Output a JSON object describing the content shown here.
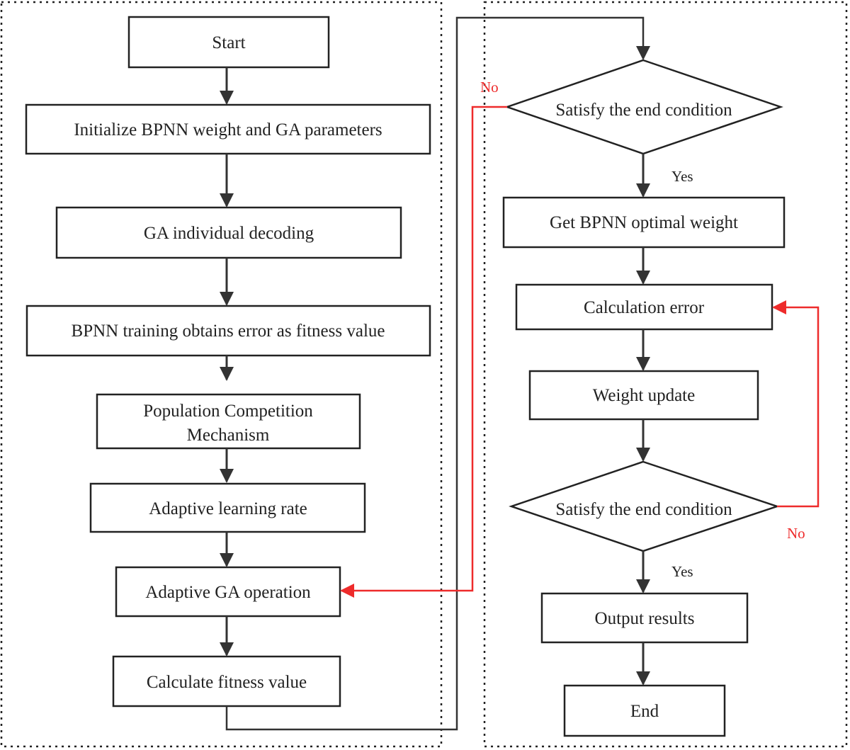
{
  "colors": {
    "line": "#333333",
    "loop": "#ee2b2b",
    "text": "#222222"
  },
  "left_panel": {
    "nodes": [
      {
        "id": "start",
        "label": "Start"
      },
      {
        "id": "init",
        "label": "Initialize BPNN  weight and GA parameters"
      },
      {
        "id": "decode",
        "label": "GA individual decoding"
      },
      {
        "id": "train",
        "label": "BPNN training obtains error as fitness value"
      },
      {
        "id": "pcm",
        "label": "Population Competition Mechanism",
        "lines": [
          "Population Competition",
          "Mechanism"
        ]
      },
      {
        "id": "alr",
        "label": "Adaptive learning rate"
      },
      {
        "id": "aga",
        "label": "Adaptive GA operation"
      },
      {
        "id": "fitness",
        "label": "Calculate fitness value"
      }
    ]
  },
  "right_panel": {
    "decision1": {
      "label": "Satisfy the end condition",
      "no": "No",
      "yes": "Yes"
    },
    "optimal": {
      "label": "Get BPNN optimal weight"
    },
    "calc_error": {
      "label": "Calculation error"
    },
    "update": {
      "label": "Weight update"
    },
    "decision2": {
      "label": "Satisfy the end condition",
      "no": "No",
      "yes": "Yes"
    },
    "output": {
      "label": "Output results"
    },
    "end": {
      "label": "End"
    }
  }
}
